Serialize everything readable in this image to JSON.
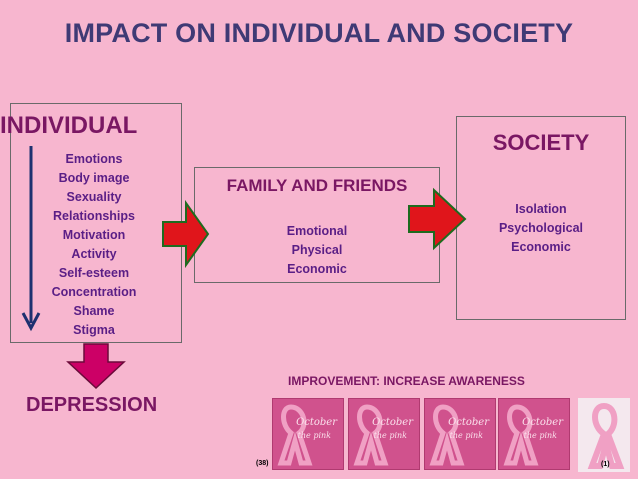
{
  "title": "IMPACT ON INDIVIDUAL AND SOCIETY",
  "individual": {
    "heading": "INDIVIDUAL",
    "items": [
      "Emotions",
      "Body image",
      "Sexuality",
      "Relationships",
      "Motivation",
      "Activity",
      "Self-esteem",
      "Concentration",
      "Shame",
      "Stigma"
    ]
  },
  "family": {
    "heading": "FAMILY AND FRIENDS",
    "items": [
      "Emotional",
      "Physical",
      "Economic"
    ]
  },
  "society": {
    "heading": "SOCIETY",
    "items": [
      "Isolation",
      "Psychological",
      "Economic"
    ]
  },
  "outcome": "DEPRESSION",
  "improvement": "IMPROVEMENT: INCREASE AWARENESS",
  "ribbon_card": {
    "brand": "October",
    "sub": "the pink"
  },
  "citations": {
    "cards": "(38)",
    "ribbon": "(1)"
  },
  "colors": {
    "background": "#f7b6cf",
    "title": "#3f3a75",
    "individual_heading": "#7a1763",
    "society_heading": "#7a1763",
    "family_heading": "#7a1763",
    "list_text": "#5a1e86",
    "depression": "#7a1763",
    "improvement": "#7a1763",
    "arrow_fill": "#e0151b",
    "arrow_stroke": "#1d6b1e",
    "down_arrow_fill": "#cc0066",
    "down_arrow_stroke": "#6b0a3a",
    "vertical_line": "#1e3170",
    "ribbon": "#f0a0c4"
  }
}
